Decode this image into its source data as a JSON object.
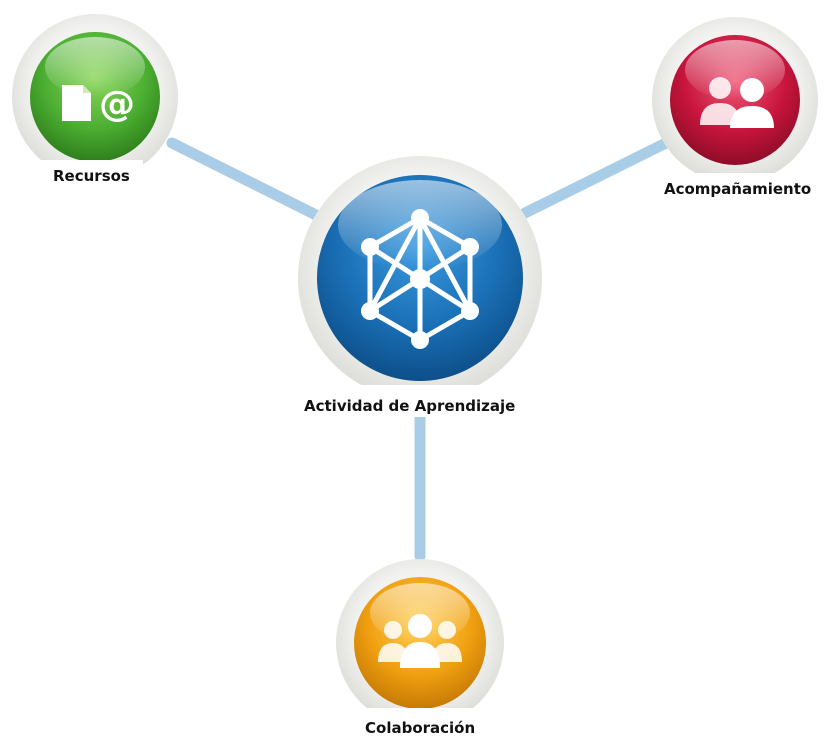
{
  "diagram": {
    "center_node": {
      "label": "Actividad de Aprendizaje",
      "icon": "network-cube-icon",
      "color": "#1a6fb5"
    },
    "nodes": [
      {
        "id": "recursos",
        "label": "Recursos",
        "icon": "document-at-icon",
        "color": "#4caf32"
      },
      {
        "id": "acompanamiento",
        "label": "Acompañamiento",
        "icon": "two-people-icon",
        "color": "#c8153d"
      },
      {
        "id": "colaboracion",
        "label": "Colaboración",
        "icon": "group-icon",
        "color": "#f0a010"
      }
    ],
    "connector_color": "#a9cde6"
  }
}
